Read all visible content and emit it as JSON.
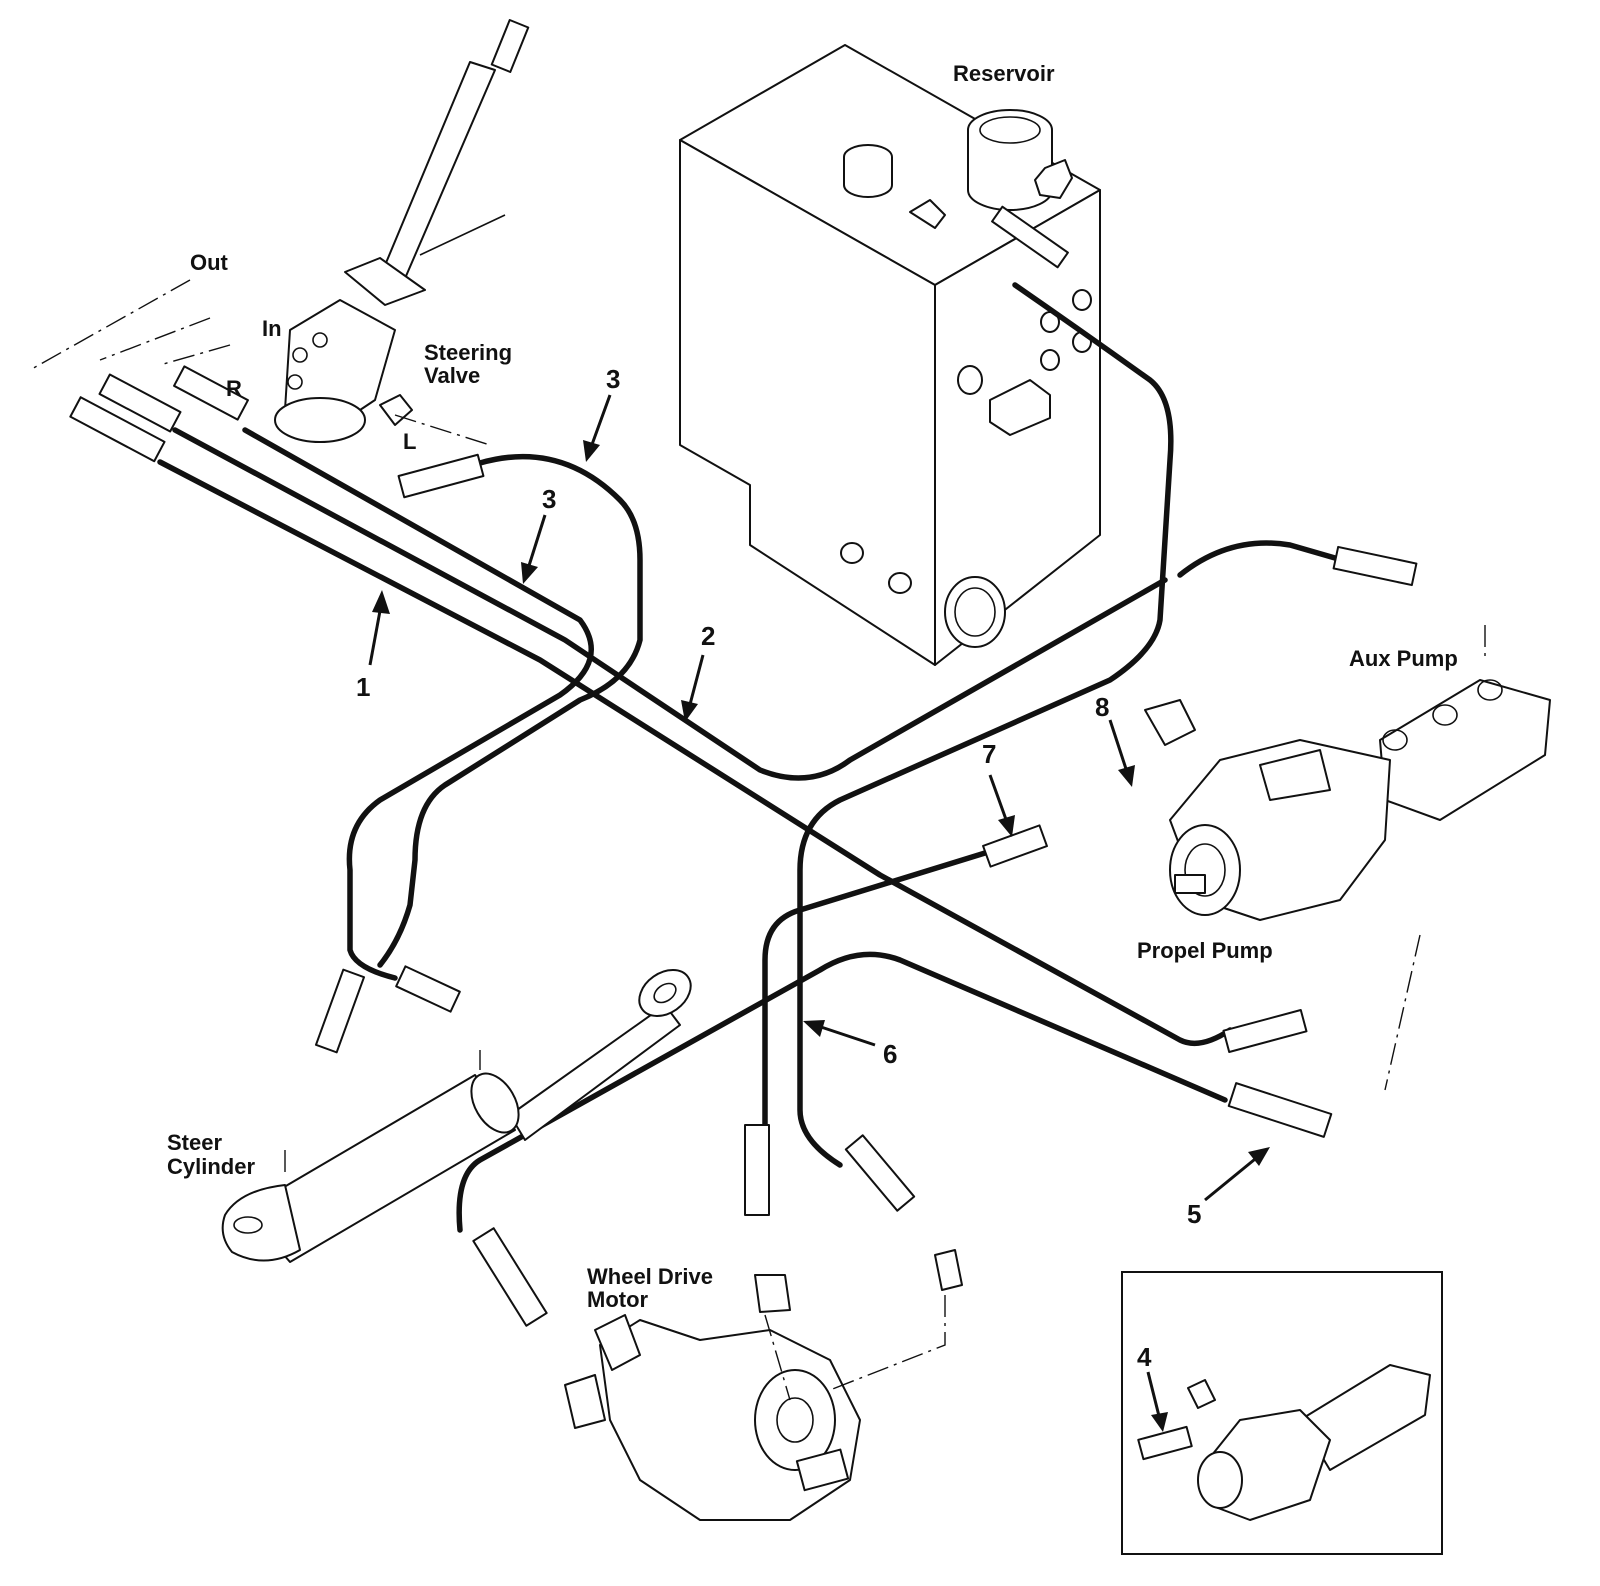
{
  "labels": {
    "reservoir": "Reservoir",
    "steering_valve_1": "Steering",
    "steering_valve_2": "Valve",
    "port_out": "Out",
    "port_in": "In",
    "port_r": "R",
    "port_l": "L",
    "aux_pump": "Aux Pump",
    "propel_pump": "Propel Pump",
    "steer_cylinder_1": "Steer",
    "steer_cylinder_2": "Cylinder",
    "wheel_drive_motor_1": "Wheel Drive",
    "wheel_drive_motor_2": "Motor"
  },
  "callouts": {
    "c1": "1",
    "c2": "2",
    "c3a": "3",
    "c3b": "3",
    "c4": "4",
    "c5": "5",
    "c6": "6",
    "c7": "7",
    "c8": "8"
  }
}
